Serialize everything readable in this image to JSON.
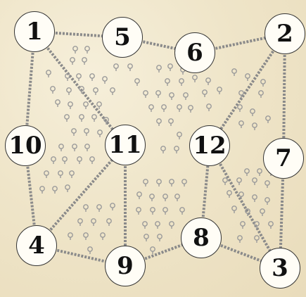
{
  "board": {
    "colors": {
      "background": "#efe6cc",
      "edge": "#8a8a8a",
      "tree": "#9a9a9a",
      "node_fill": "#fffdf6",
      "node_border": "#333333"
    },
    "nodes": [
      {
        "id": "1"
      },
      {
        "id": "2"
      },
      {
        "id": "3"
      },
      {
        "id": "4"
      },
      {
        "id": "5"
      },
      {
        "id": "6"
      },
      {
        "id": "7"
      },
      {
        "id": "8"
      },
      {
        "id": "9"
      },
      {
        "id": "10"
      },
      {
        "id": "11"
      },
      {
        "id": "12"
      }
    ],
    "edges": [
      [
        "1",
        "5"
      ],
      [
        "5",
        "6"
      ],
      [
        "6",
        "2"
      ],
      [
        "2",
        "12"
      ],
      [
        "2",
        "7"
      ],
      [
        "1",
        "10"
      ],
      [
        "1",
        "11"
      ],
      [
        "10",
        "4"
      ],
      [
        "4",
        "11"
      ],
      [
        "4",
        "9"
      ],
      [
        "11",
        "9"
      ],
      [
        "9",
        "8"
      ],
      [
        "8",
        "12"
      ],
      [
        "8",
        "3"
      ],
      [
        "12",
        "3"
      ],
      [
        "7",
        "3"
      ]
    ],
    "tree_icon": "tree-icon"
  }
}
